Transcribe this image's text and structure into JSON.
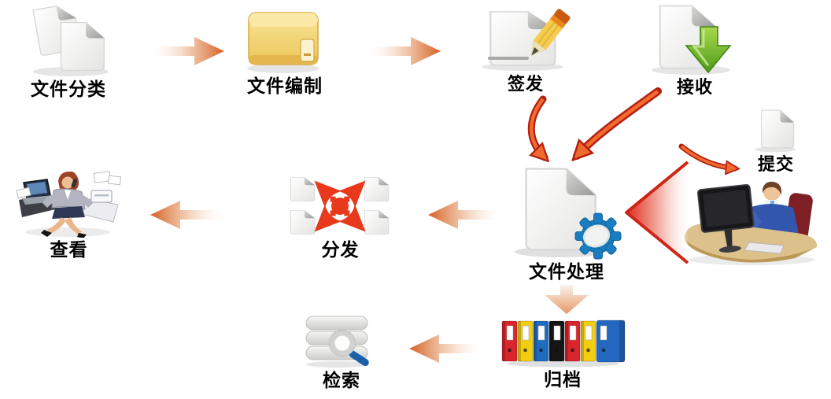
{
  "diagram": {
    "type": "flowchart",
    "background": "#ffffff",
    "nodes": {
      "classify": {
        "label": "文件分类",
        "icon": "documents-stack-icon"
      },
      "compile": {
        "label": "文件编制",
        "icon": "folder-icon"
      },
      "issue": {
        "label": "签发",
        "icon": "document-pencil-icon"
      },
      "receive": {
        "label": "接收",
        "icon": "document-download-icon"
      },
      "submit": {
        "label": "提交",
        "icon": "document-icon"
      },
      "process": {
        "label": "文件处理",
        "icon": "document-gear-icon"
      },
      "distribute": {
        "label": "分发",
        "icon": "distribute-documents-icon"
      },
      "view": {
        "label": "查看",
        "icon": "busy-office-worker-icon"
      },
      "archive": {
        "label": "归档",
        "icon": "binders-row-icon"
      },
      "search": {
        "label": "检索",
        "icon": "database-search-icon"
      }
    },
    "flows": [
      {
        "from": "classify",
        "to": "compile",
        "style": "straight-orange-right"
      },
      {
        "from": "compile",
        "to": "issue",
        "style": "straight-orange-right"
      },
      {
        "from": "issue",
        "to": "process",
        "style": "curved-red-down"
      },
      {
        "from": "receive",
        "to": "process",
        "style": "curved-red-down-left"
      },
      {
        "from": "process",
        "to": "submit",
        "style": "curved-red-right"
      },
      {
        "from": "submit",
        "to": "process",
        "style": "red-wedge-left"
      },
      {
        "from": "process",
        "to": "distribute",
        "style": "straight-orange-left"
      },
      {
        "from": "distribute",
        "to": "view",
        "style": "straight-orange-left"
      },
      {
        "from": "process",
        "to": "archive",
        "style": "straight-orange-down"
      },
      {
        "from": "archive",
        "to": "search",
        "style": "straight-orange-left"
      }
    ],
    "colors": {
      "flow_arrow_orange": "#D65F22",
      "curved_arrow_red": "#B22012",
      "curved_arrow_core": "#F26A2E",
      "folder_yellow": "#F3D36B",
      "download_green": "#4E9C18",
      "gear_blue": "#1B7DC0",
      "distribute_red": "#E8391C",
      "magnifier_handle_blue": "#1B5FA8",
      "binder_red": "#D8262C",
      "binder_yellow": "#F2CE12",
      "binder_blue": "#1F6BC0",
      "binder_black": "#161616",
      "label_text": "#000000"
    }
  }
}
